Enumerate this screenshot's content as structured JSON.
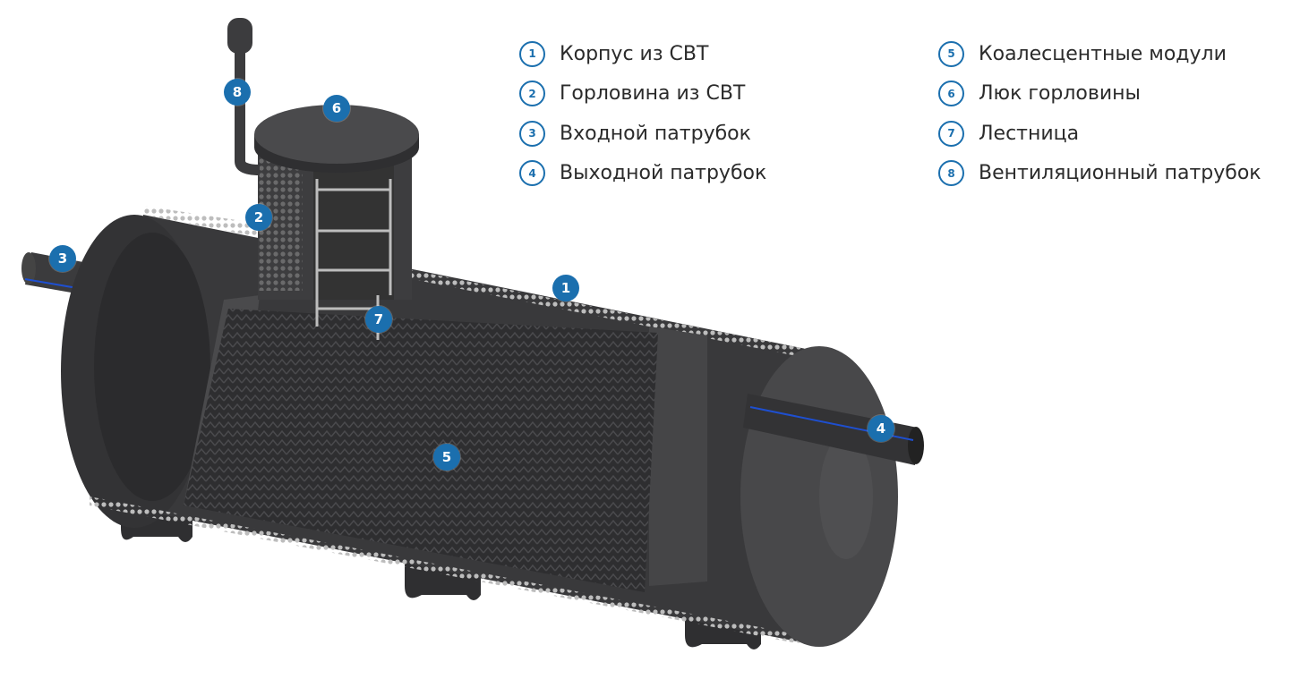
{
  "colors": {
    "accent": "#1b6fae",
    "tank": "#3a3a3c",
    "text": "#2b2b2b"
  },
  "markers": [
    "1",
    "2",
    "3",
    "4",
    "5",
    "6",
    "7",
    "8"
  ],
  "legend": {
    "left": [
      {
        "num": "1",
        "label": "Корпус из СВТ"
      },
      {
        "num": "2",
        "label": "Горловина из СВТ"
      },
      {
        "num": "3",
        "label": "Входной патрубок"
      },
      {
        "num": "4",
        "label": "Выходной патрубок"
      }
    ],
    "right": [
      {
        "num": "5",
        "label": "Коалесцентные модули"
      },
      {
        "num": "6",
        "label": "Люк горловины"
      },
      {
        "num": "7",
        "label": "Лестница"
      },
      {
        "num": "8",
        "label": "Вентиляционный патрубок"
      }
    ]
  }
}
